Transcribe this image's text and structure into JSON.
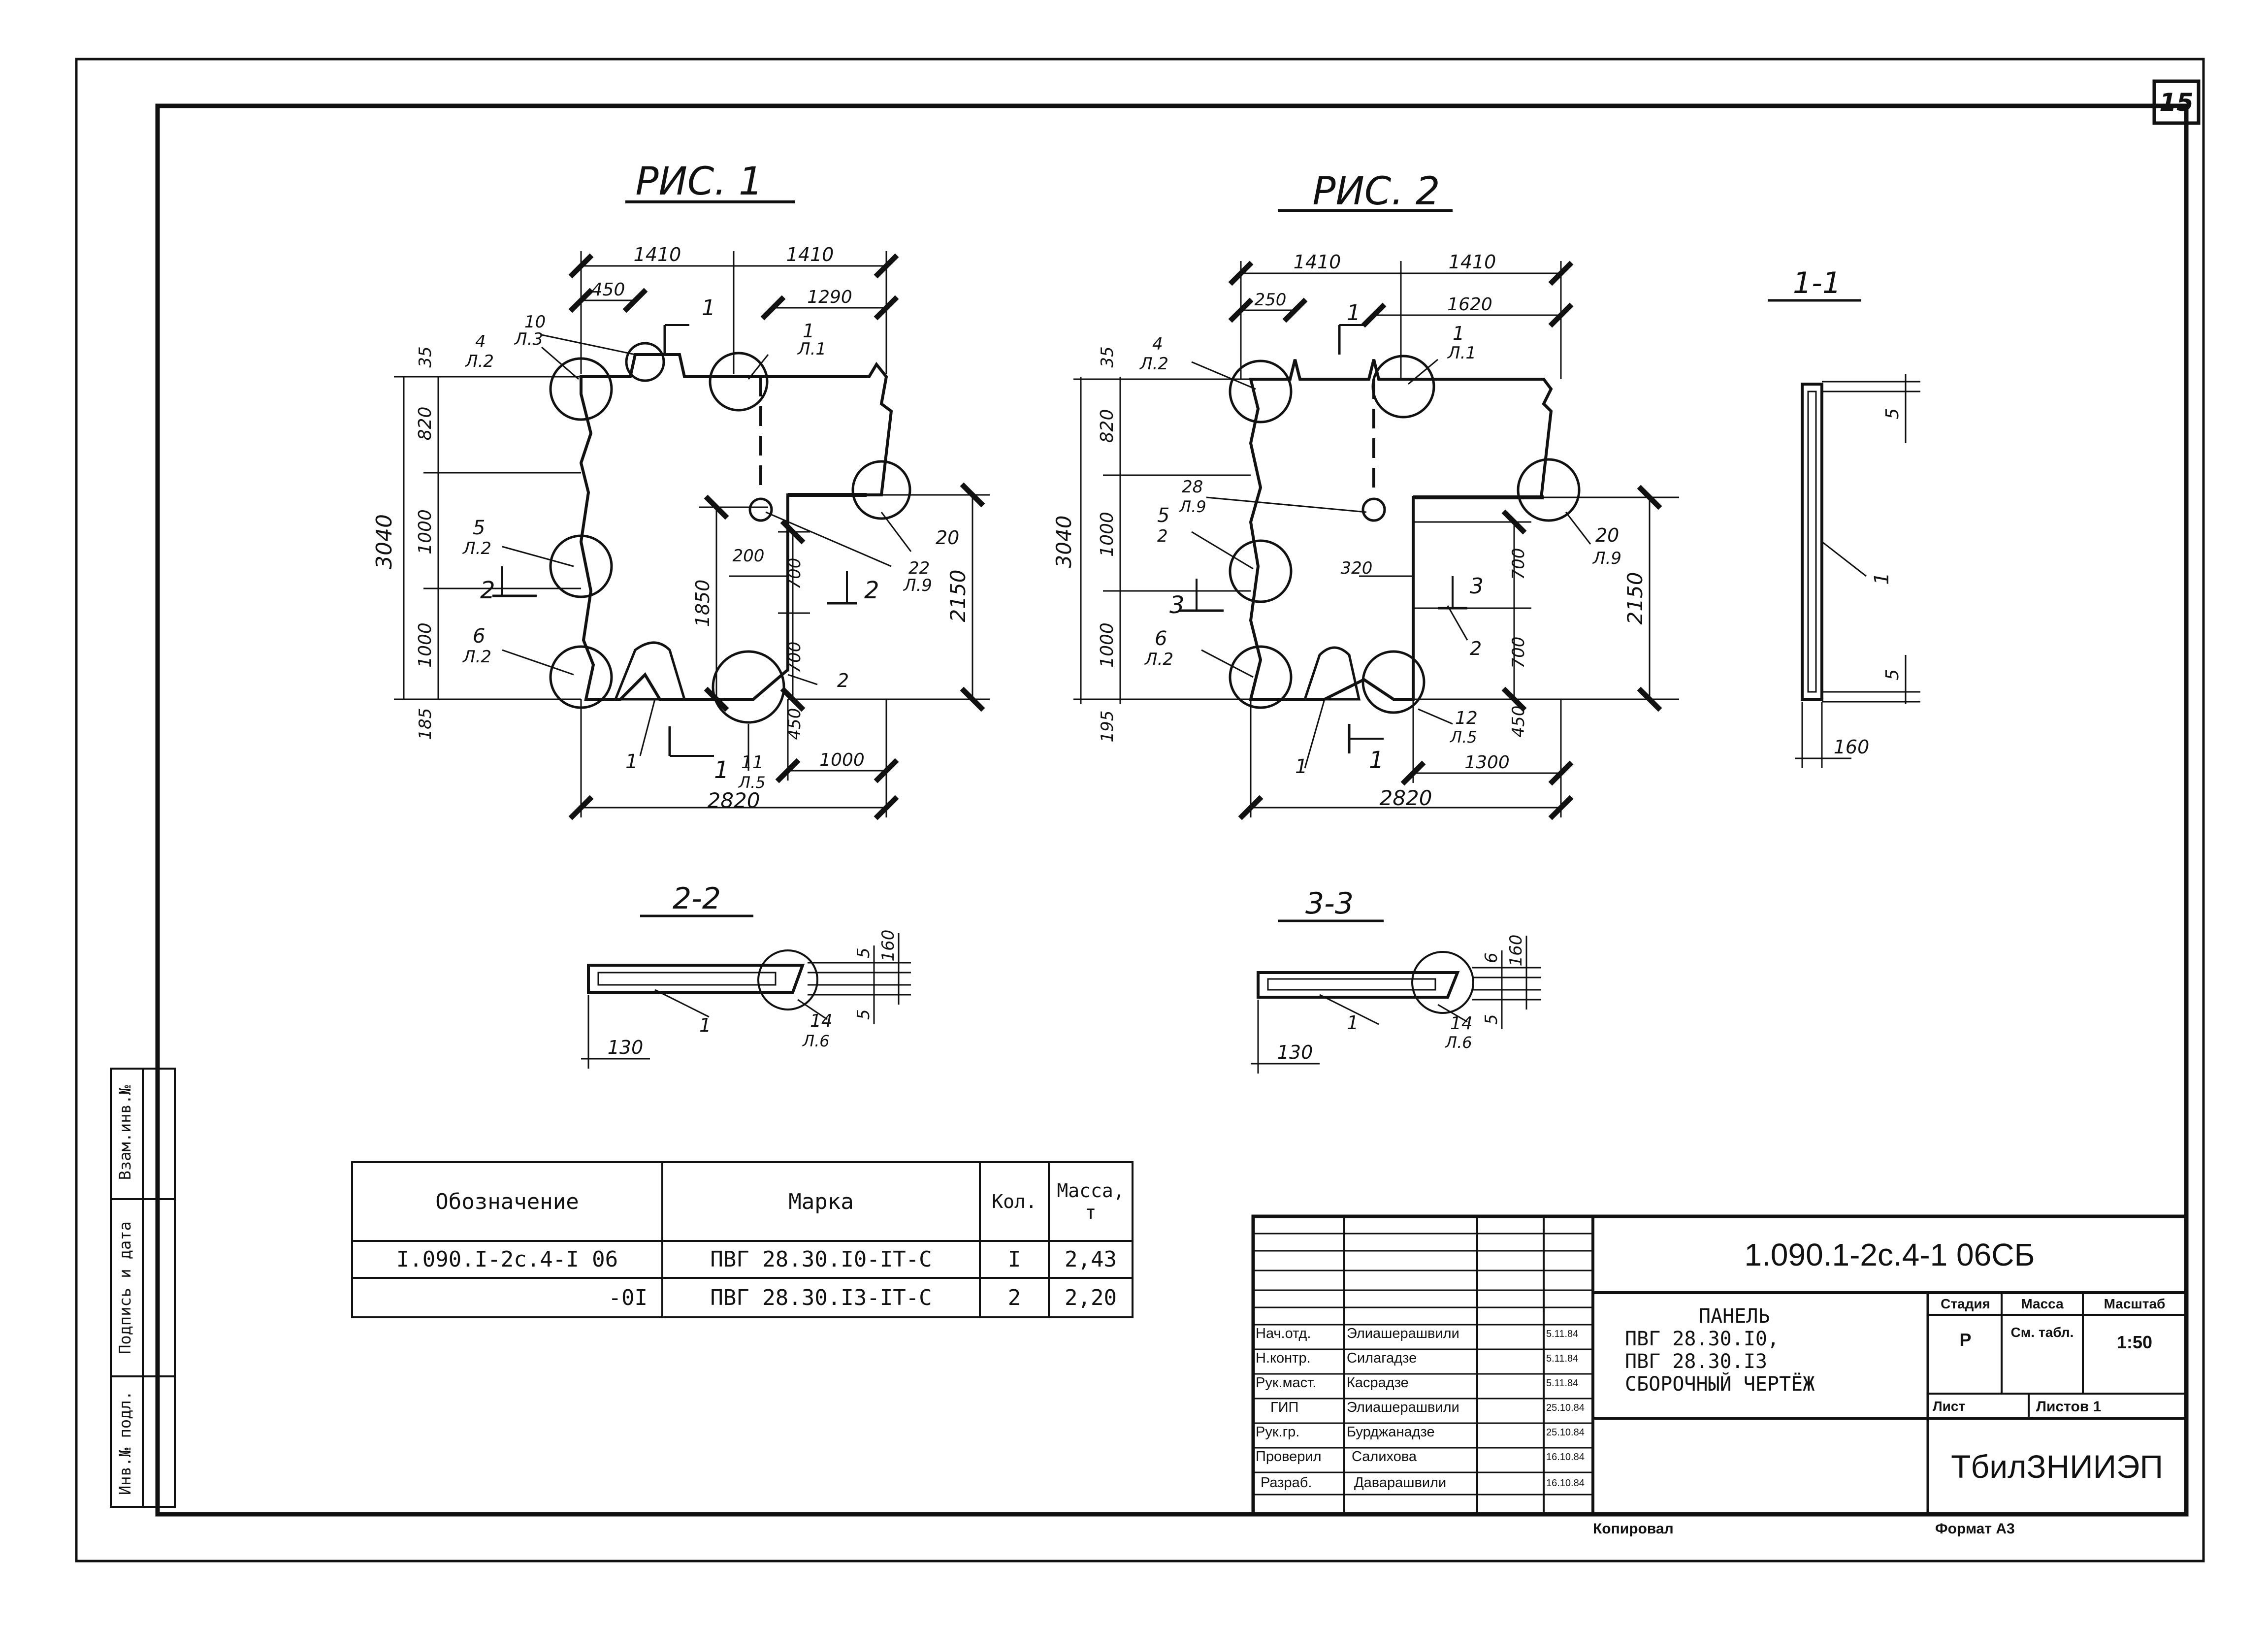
{
  "sheet_number": "15",
  "figures": {
    "fig1": {
      "title": "РИС. 1",
      "dims": {
        "top_left": "1410",
        "top_right": "1410",
        "d450": "450",
        "d1290": "1290",
        "left_total": "3040",
        "d35": "35",
        "d820": "820",
        "d1000a": "1000",
        "d1000b": "1000",
        "d185": "185",
        "d1850": "1850",
        "d200": "200",
        "d700a": "700",
        "d700b": "700",
        "d450b": "450",
        "right_total": "2150",
        "bottom_total": "2820",
        "d1000c": "1000"
      },
      "callouts": {
        "c1_top": "1",
        "c10": "10",
        "l3": "Л.3",
        "c4": "4",
        "l2a": "Л.2",
        "c1_right": "1",
        "l1": "Л.1",
        "c5": "5",
        "l2b": "Л.2",
        "c6": "6",
        "l2c": "Л.2",
        "c2_left": "2",
        "c2_right": "2",
        "c20": "20",
        "c22": "22",
        "l9": "Л.9",
        "c2_tie": "2",
        "c1_bot": "1",
        "c1_hole": "1",
        "c11": "11",
        "l5": "Л.5"
      }
    },
    "fig2": {
      "title": "РИС. 2",
      "dims": {
        "top_left": "1410",
        "top_right": "1410",
        "d250": "250",
        "d1620": "1620",
        "left_total": "3040",
        "d35": "35",
        "d820": "820",
        "d1000a": "1000",
        "d1000b": "1000",
        "d195": "195",
        "d320": "320",
        "d700a": "700",
        "d700b": "700",
        "d450": "450",
        "right_total": "2150",
        "bottom_total": "2820",
        "d1300": "1300"
      },
      "callouts": {
        "c1_top": "1",
        "c4": "4",
        "l2a": "Л.2",
        "c1_right": "1",
        "l1": "Л.1",
        "c28": "28",
        "l9a": "Л.9",
        "c5": "5",
        "c2": "2",
        "c3_left": "3",
        "c3_right": "3",
        "c20": "20",
        "l9b": "Л.9",
        "c6": "6",
        "l2c": "Л.2",
        "c2_tie": "2",
        "c12": "12",
        "l5": "Л.5",
        "c1_hole": "1",
        "c1_bot": "1"
      }
    },
    "sec11": {
      "title": "1-1",
      "d5a": "5",
      "d5b": "5",
      "d160": "160",
      "c1": "1"
    },
    "sec22": {
      "title": "2-2",
      "d5a": "5",
      "d160": "160",
      "d5b": "5",
      "d130": "130",
      "c1": "1",
      "c14": "14",
      "l6": "Л.6"
    },
    "sec33": {
      "title": "3-3",
      "d6": "6",
      "d160": "160",
      "d5": "5",
      "d130": "130",
      "c1": "1",
      "c14": "14",
      "l6": "Л.6"
    }
  },
  "spec_table": {
    "headers": [
      "Обозначение",
      "Марка",
      "Кол.",
      "Масса, т"
    ],
    "rows": [
      [
        "I.090.I-2c.4-I 06",
        "ПВГ 28.30.I0-IТ-С",
        "I",
        "2,43"
      ],
      [
        "-0I",
        "ПВГ 28.30.I3-IТ-С",
        "2",
        "2,20"
      ]
    ]
  },
  "side_stamp": [
    "Инв.№ подл.",
    "Подпись и дата",
    "Взам.инв.№"
  ],
  "title_block": {
    "document_code": "1.090.1-2c.4-1 06СБ",
    "signatures": [
      {
        "role": "Нач.отд.",
        "name": "Элиашерашвили",
        "date": "5.11.84"
      },
      {
        "role": "Н.контр.",
        "name": "Силагадзе",
        "date": "5.11.84"
      },
      {
        "role": "Рук.маст.",
        "name": "Касрадзе",
        "date": "5.11.84"
      },
      {
        "role": "ГИП",
        "name": "Элиашерашвили",
        "date": "25.10.84"
      },
      {
        "role": "Рук.гр.",
        "name": "Бурджанадзе",
        "date": "25.10.84"
      },
      {
        "role": "Проверил",
        "name": "Салихова",
        "date": "16.10.84"
      },
      {
        "role": "Разраб.",
        "name": "Даварашвили",
        "date": "16.10.84"
      }
    ],
    "product_title_lines": [
      "ПАНЕЛЬ",
      "ПВГ 28.30.I0,",
      "ПВГ 28.30.I3",
      "СБОРОЧНЫЙ ЧЕРТЁЖ"
    ],
    "stage_label": "Стадия",
    "mass_label": "Масса",
    "scale_label": "Масштаб",
    "stage_value": "Р",
    "mass_value": "См. табл.",
    "scale_value": "1:50",
    "sheet_label": "Лист",
    "sheets_label": "Листов 1",
    "organization": "ТбилЗНИИЭП",
    "copied_label": "Копировал",
    "format_label": "Формат А3"
  }
}
